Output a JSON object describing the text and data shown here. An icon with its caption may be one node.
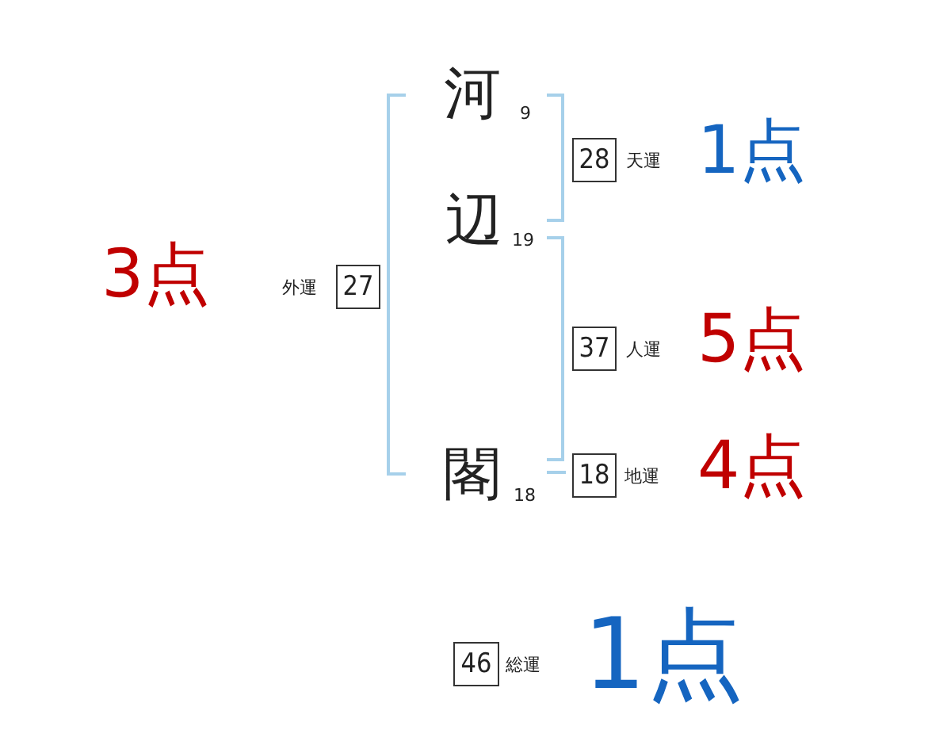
{
  "diagram": {
    "nodes": [
      {
        "text": [
          "28"
        ],
        "beside": [
          "天運"
        ]
      },
      {
        "text": [
          "27"
        ],
        "beside": [
          "外運"
        ]
      },
      {
        "text": [
          "37"
        ],
        "beside": [
          "人運"
        ]
      },
      {
        "text": [
          "18"
        ],
        "beside": [
          "地運"
        ]
      },
      {
        "text": [
          "46"
        ],
        "beside": [
          "総運"
        ]
      }
    ],
    "labels": [
      "河",
      "9",
      "1点",
      "辺",
      "19",
      "3点",
      "5点",
      "4点",
      "閣",
      "18",
      "1点"
    ]
  }
}
